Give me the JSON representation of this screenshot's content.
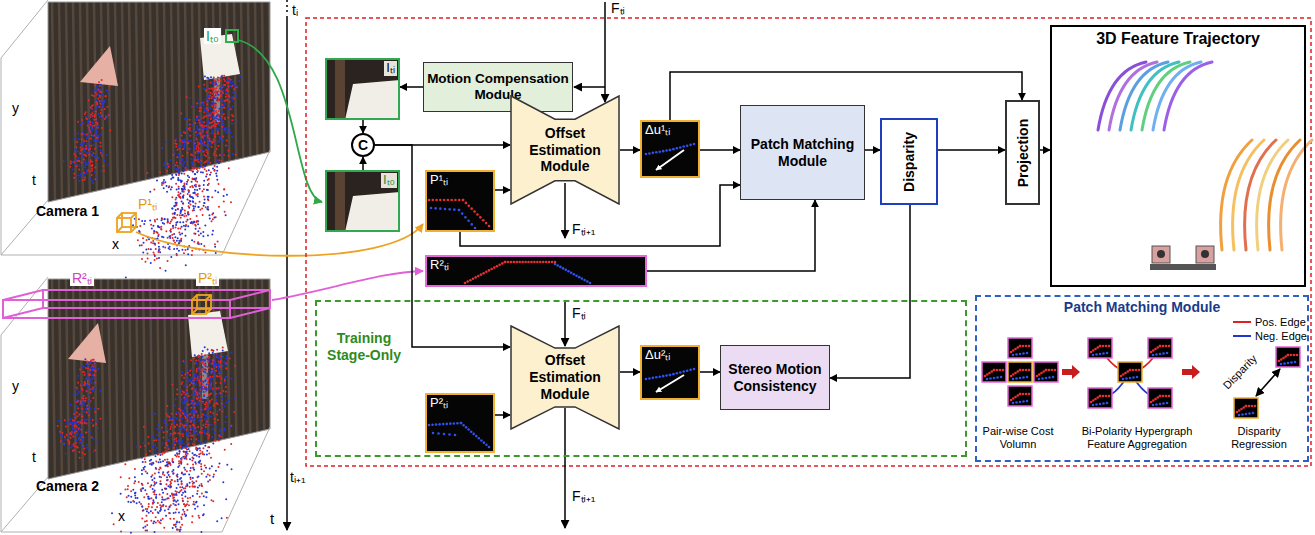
{
  "diagram": {
    "nodes": [
      {
        "text": [
          "Motion Compensation Module"
        ]
      },
      {
        "text": [
          "Iₜᵢ"
        ]
      },
      {
        "text": [
          "C"
        ]
      },
      {
        "text": [
          "Iₜ₀"
        ]
      },
      {
        "text": [
          "Offset Estimation Module"
        ]
      },
      {
        "text": [
          "P¹ₜᵢ"
        ]
      },
      {
        "text": [
          "Δu¹ₜᵢ"
        ]
      },
      {
        "text": [
          "Patch Matching Module"
        ]
      },
      {
        "text": [
          "Disparity"
        ]
      },
      {
        "text": [
          "Projection"
        ]
      },
      {
        "text": [
          "3D Feature Trajectory"
        ]
      },
      {
        "text": [
          "R²ₜᵢ"
        ]
      },
      {
        "text": [
          "Training Stage-Only"
        ]
      },
      {
        "text": [
          "Offset Estimation Module"
        ],
        "in": 12
      },
      {
        "text": [
          "P²ₜᵢ"
        ],
        "in": 12
      },
      {
        "text": [
          "Δu²ₜᵢ"
        ],
        "in": 12
      },
      {
        "text": [
          "Stereo Motion Consistency"
        ],
        "in": 12
      },
      {
        "text": [
          "Patch Matching Module"
        ]
      }
    ],
    "edges": [
      {
        "from": 0,
        "to": 1,
        "arrow": "to"
      },
      {
        "from": 1,
        "to": 2,
        "arrow": "to"
      },
      {
        "from": 3,
        "to": 2,
        "arrow": "to"
      },
      {
        "from": 2,
        "to": 4,
        "arrow": "to"
      },
      {
        "from": 2,
        "to": 13,
        "arrow": "to"
      },
      {
        "from": 5,
        "to": 4,
        "arrow": "to"
      },
      {
        "from": 4,
        "to": 6,
        "arrow": "to"
      },
      {
        "from": 6,
        "to": 7,
        "arrow": "to"
      },
      {
        "from": 5,
        "to": 7,
        "arrow": "to"
      },
      {
        "from": 11,
        "to": 7,
        "arrow": "to"
      },
      {
        "from": 7,
        "to": 8,
        "arrow": "to"
      },
      {
        "from": 8,
        "to": 9,
        "arrow": "to"
      },
      {
        "from": 6,
        "to": 9,
        "arrow": "to"
      },
      {
        "from": 9,
        "to": 10,
        "arrow": "to"
      },
      {
        "from": 8,
        "to": 16,
        "arrow": "to"
      },
      {
        "from": 14,
        "to": 13,
        "arrow": "to"
      },
      {
        "from": 13,
        "to": 15,
        "arrow": "to"
      },
      {
        "from": 15,
        "to": 16,
        "arrow": "to"
      }
    ],
    "labels": [
      "Camera 1",
      "y",
      "t",
      "x",
      "Iₜ₀",
      "P¹ₜᵢ",
      "Camera 2",
      "y",
      "t",
      "x",
      "R²ₜᵢ",
      "P²ₜᵢ",
      "tᵢ",
      "tᵢ₊₁",
      "t",
      "Fₜᵢ",
      "Fₜᵢ₊₁",
      "Fₜᵢ",
      "Fₜᵢ₊₁",
      "Pair-wise Cost Volumn",
      "Bi-Polarity Hypergraph Feature Aggregation",
      "Disparity Regression",
      "Disparity"
    ],
    "legend": [
      {
        "text": "Pos. Edge"
      },
      {
        "text": "Neg. Edge"
      }
    ]
  }
}
